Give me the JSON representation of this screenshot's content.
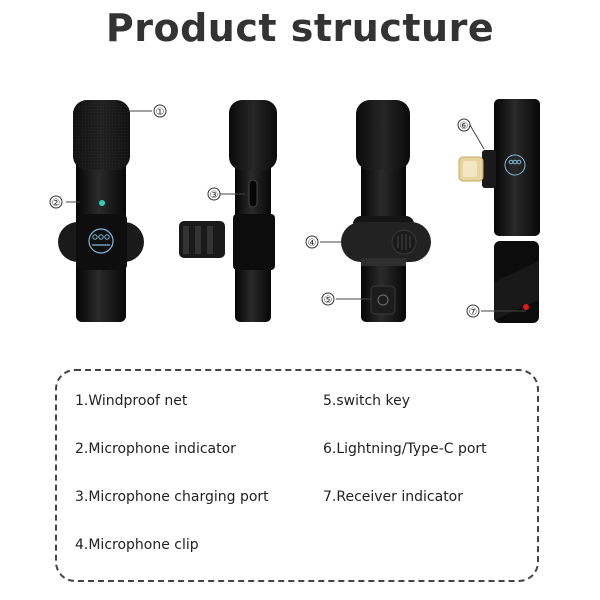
{
  "title": "Product structure",
  "callouts": [
    "①",
    "②",
    "③",
    "④",
    "⑤",
    "⑥",
    "⑦"
  ],
  "legend": [
    "1.Windproof net",
    "2.Microphone indicator",
    "3.Microphone charging port",
    "4.Microphone clip",
    "5.switch key",
    "6.Lightning/Type-C port",
    "7.Receiver indicator"
  ],
  "colors": {
    "body": "#111111",
    "indicator_mic": "#2ad0b8",
    "indicator_receiver": "#e01818"
  }
}
